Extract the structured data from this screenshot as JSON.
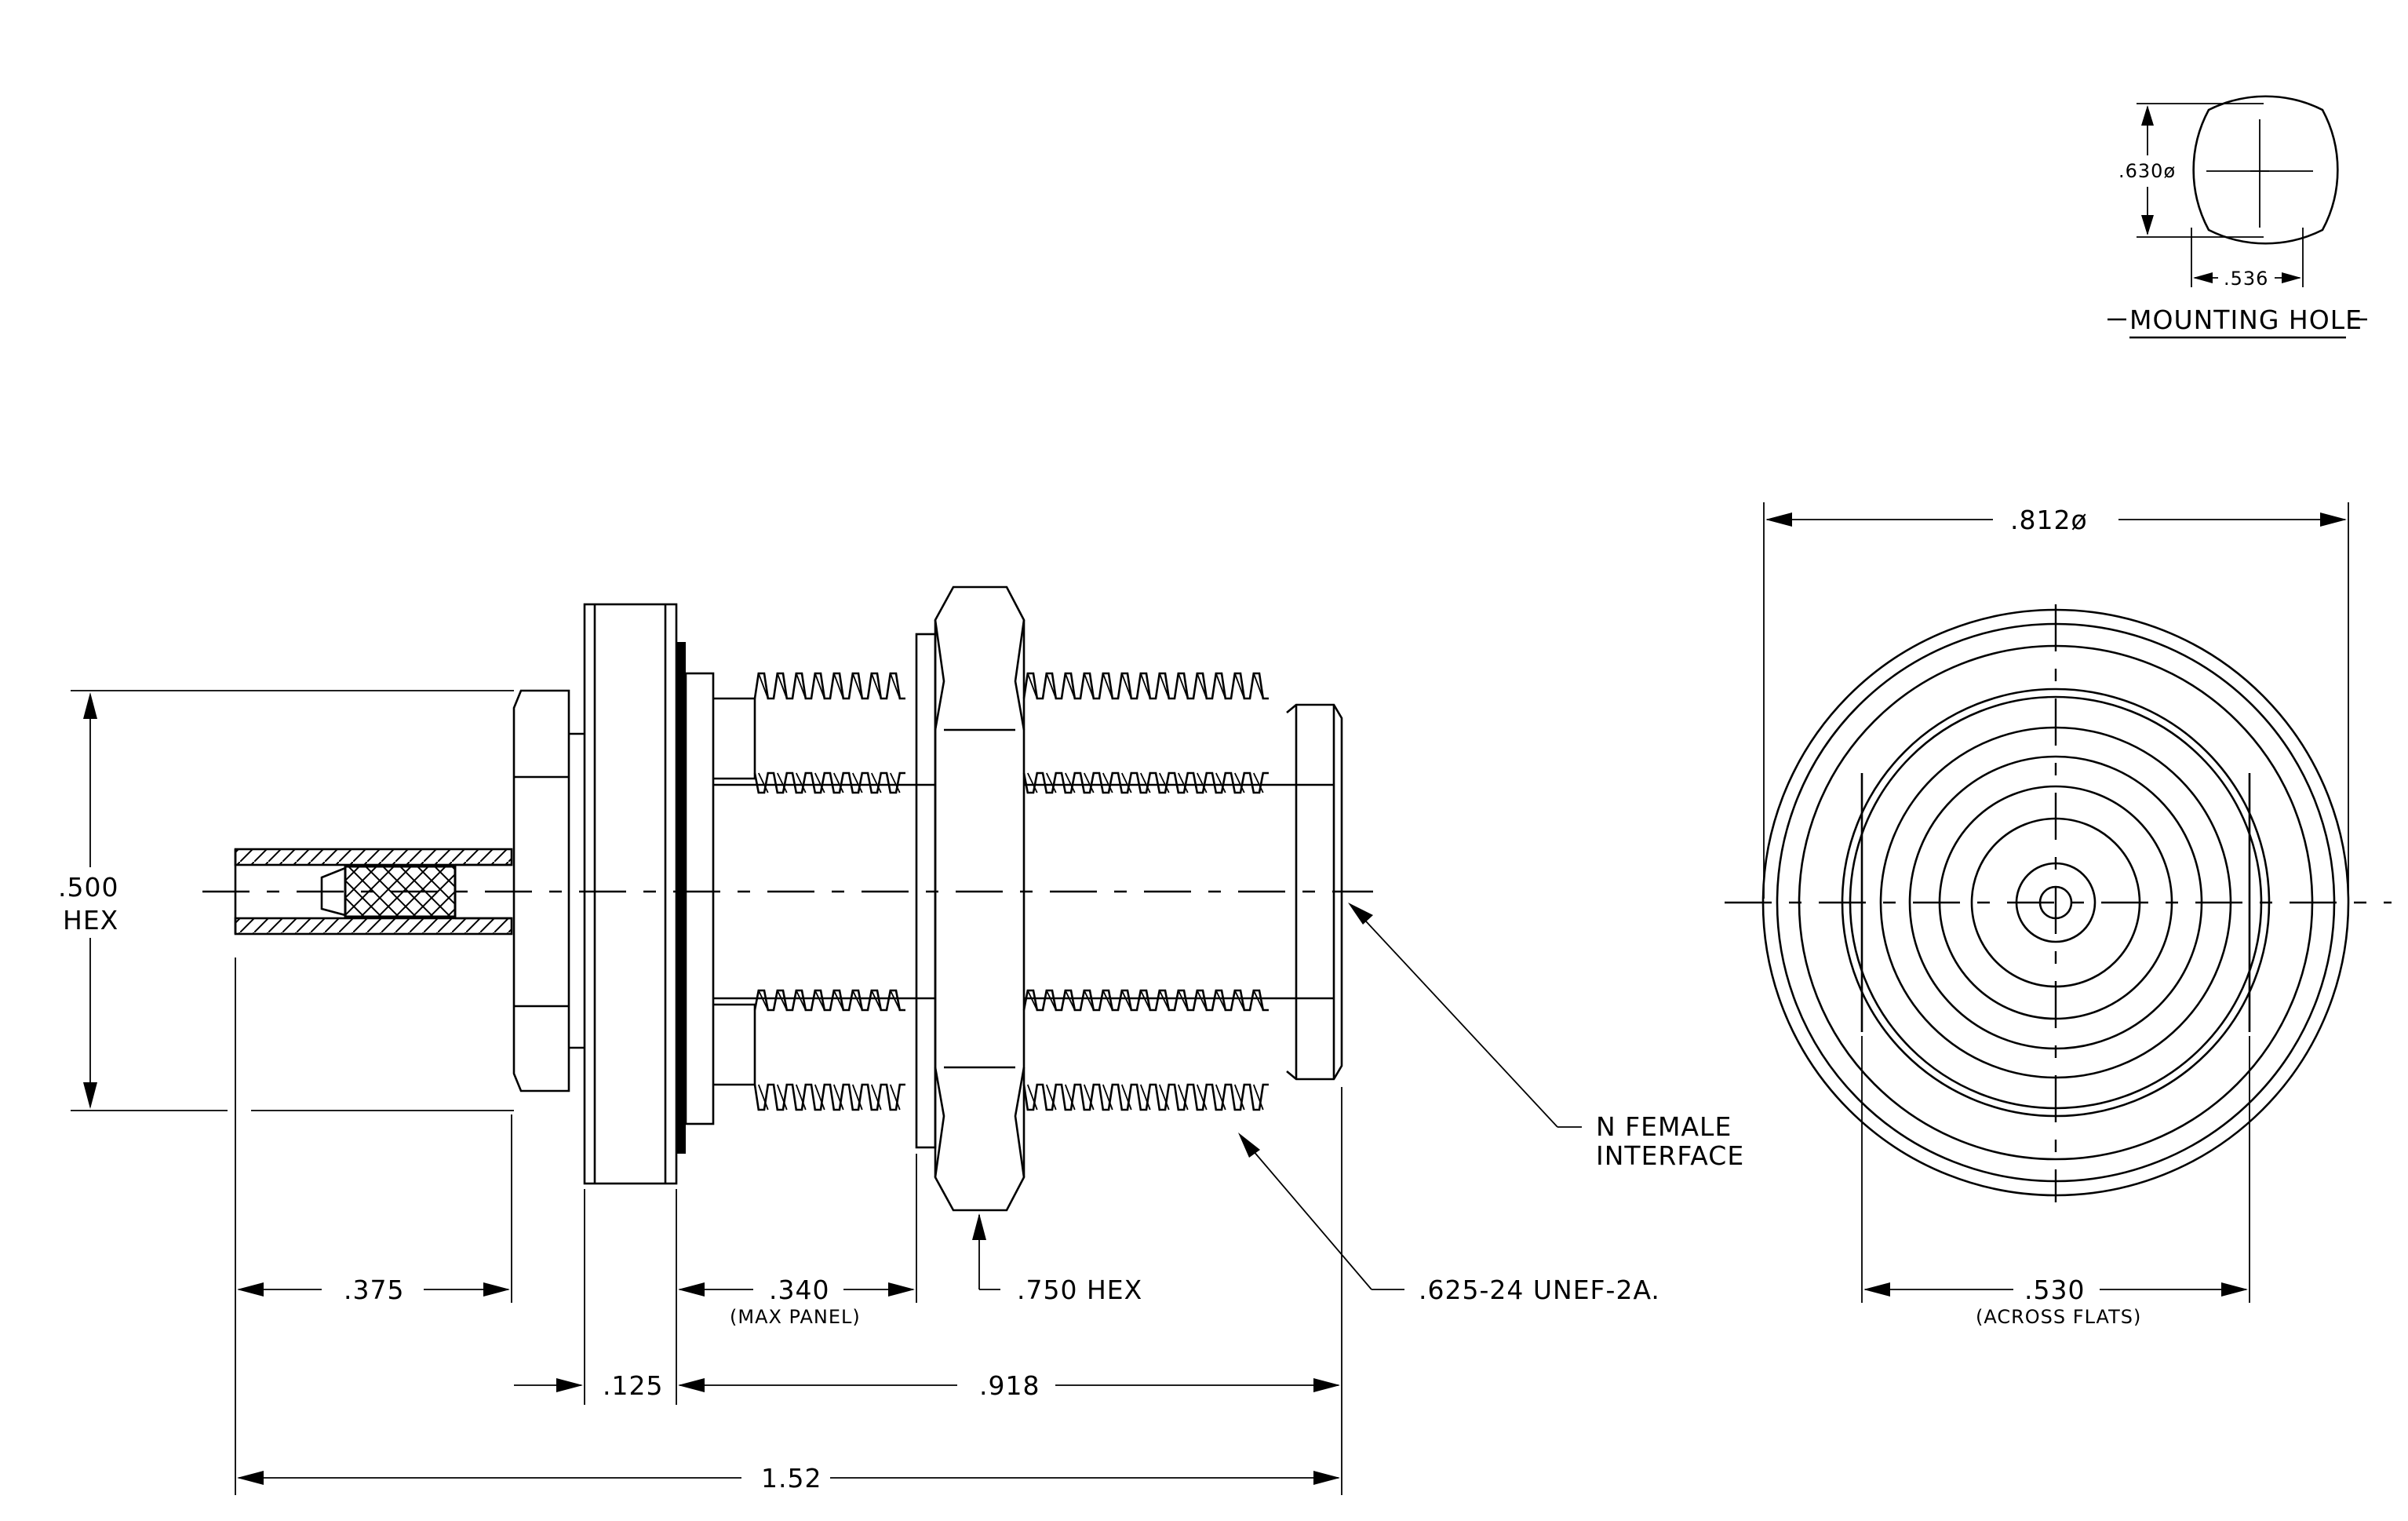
{
  "mounting_hole": {
    "title": "MOUNTING HOLE",
    "diameter_label": ".630ø",
    "flats_label": ".536"
  },
  "side_view": {
    "hex_label_value": ".500",
    "hex_label_unit": "HEX",
    "dim_375": ".375",
    "dim_340": ".340",
    "dim_340_note": "(MAX PANEL)",
    "dim_750_hex": ".750 HEX",
    "dim_125": ".125",
    "dim_918": ".918",
    "dim_152": "1.52"
  },
  "callouts": {
    "interface_line1": "N FEMALE",
    "interface_line2": "INTERFACE",
    "thread": ".625-24 UNEF-2A."
  },
  "front_view": {
    "diameter_label": ".812ø",
    "flats_label": ".530",
    "flats_note": "(ACROSS FLATS)"
  }
}
